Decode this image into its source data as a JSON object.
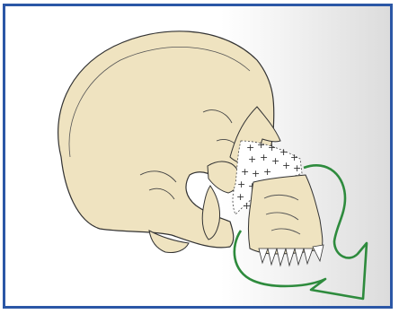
{
  "figure": {
    "subject": "skull-lateral-view-with-maxillary-advancement-arrow",
    "colors": {
      "frame_border": "#2b57a6",
      "bone_fill": "#efe3c0",
      "bone_outline": "#333333",
      "graft_region": "#ffffff",
      "movement_arrow": "#2e8b3d",
      "background_shade": "#dcdcdc"
    },
    "icons": [
      "plus-sign-marker",
      "curved-arrow"
    ]
  }
}
